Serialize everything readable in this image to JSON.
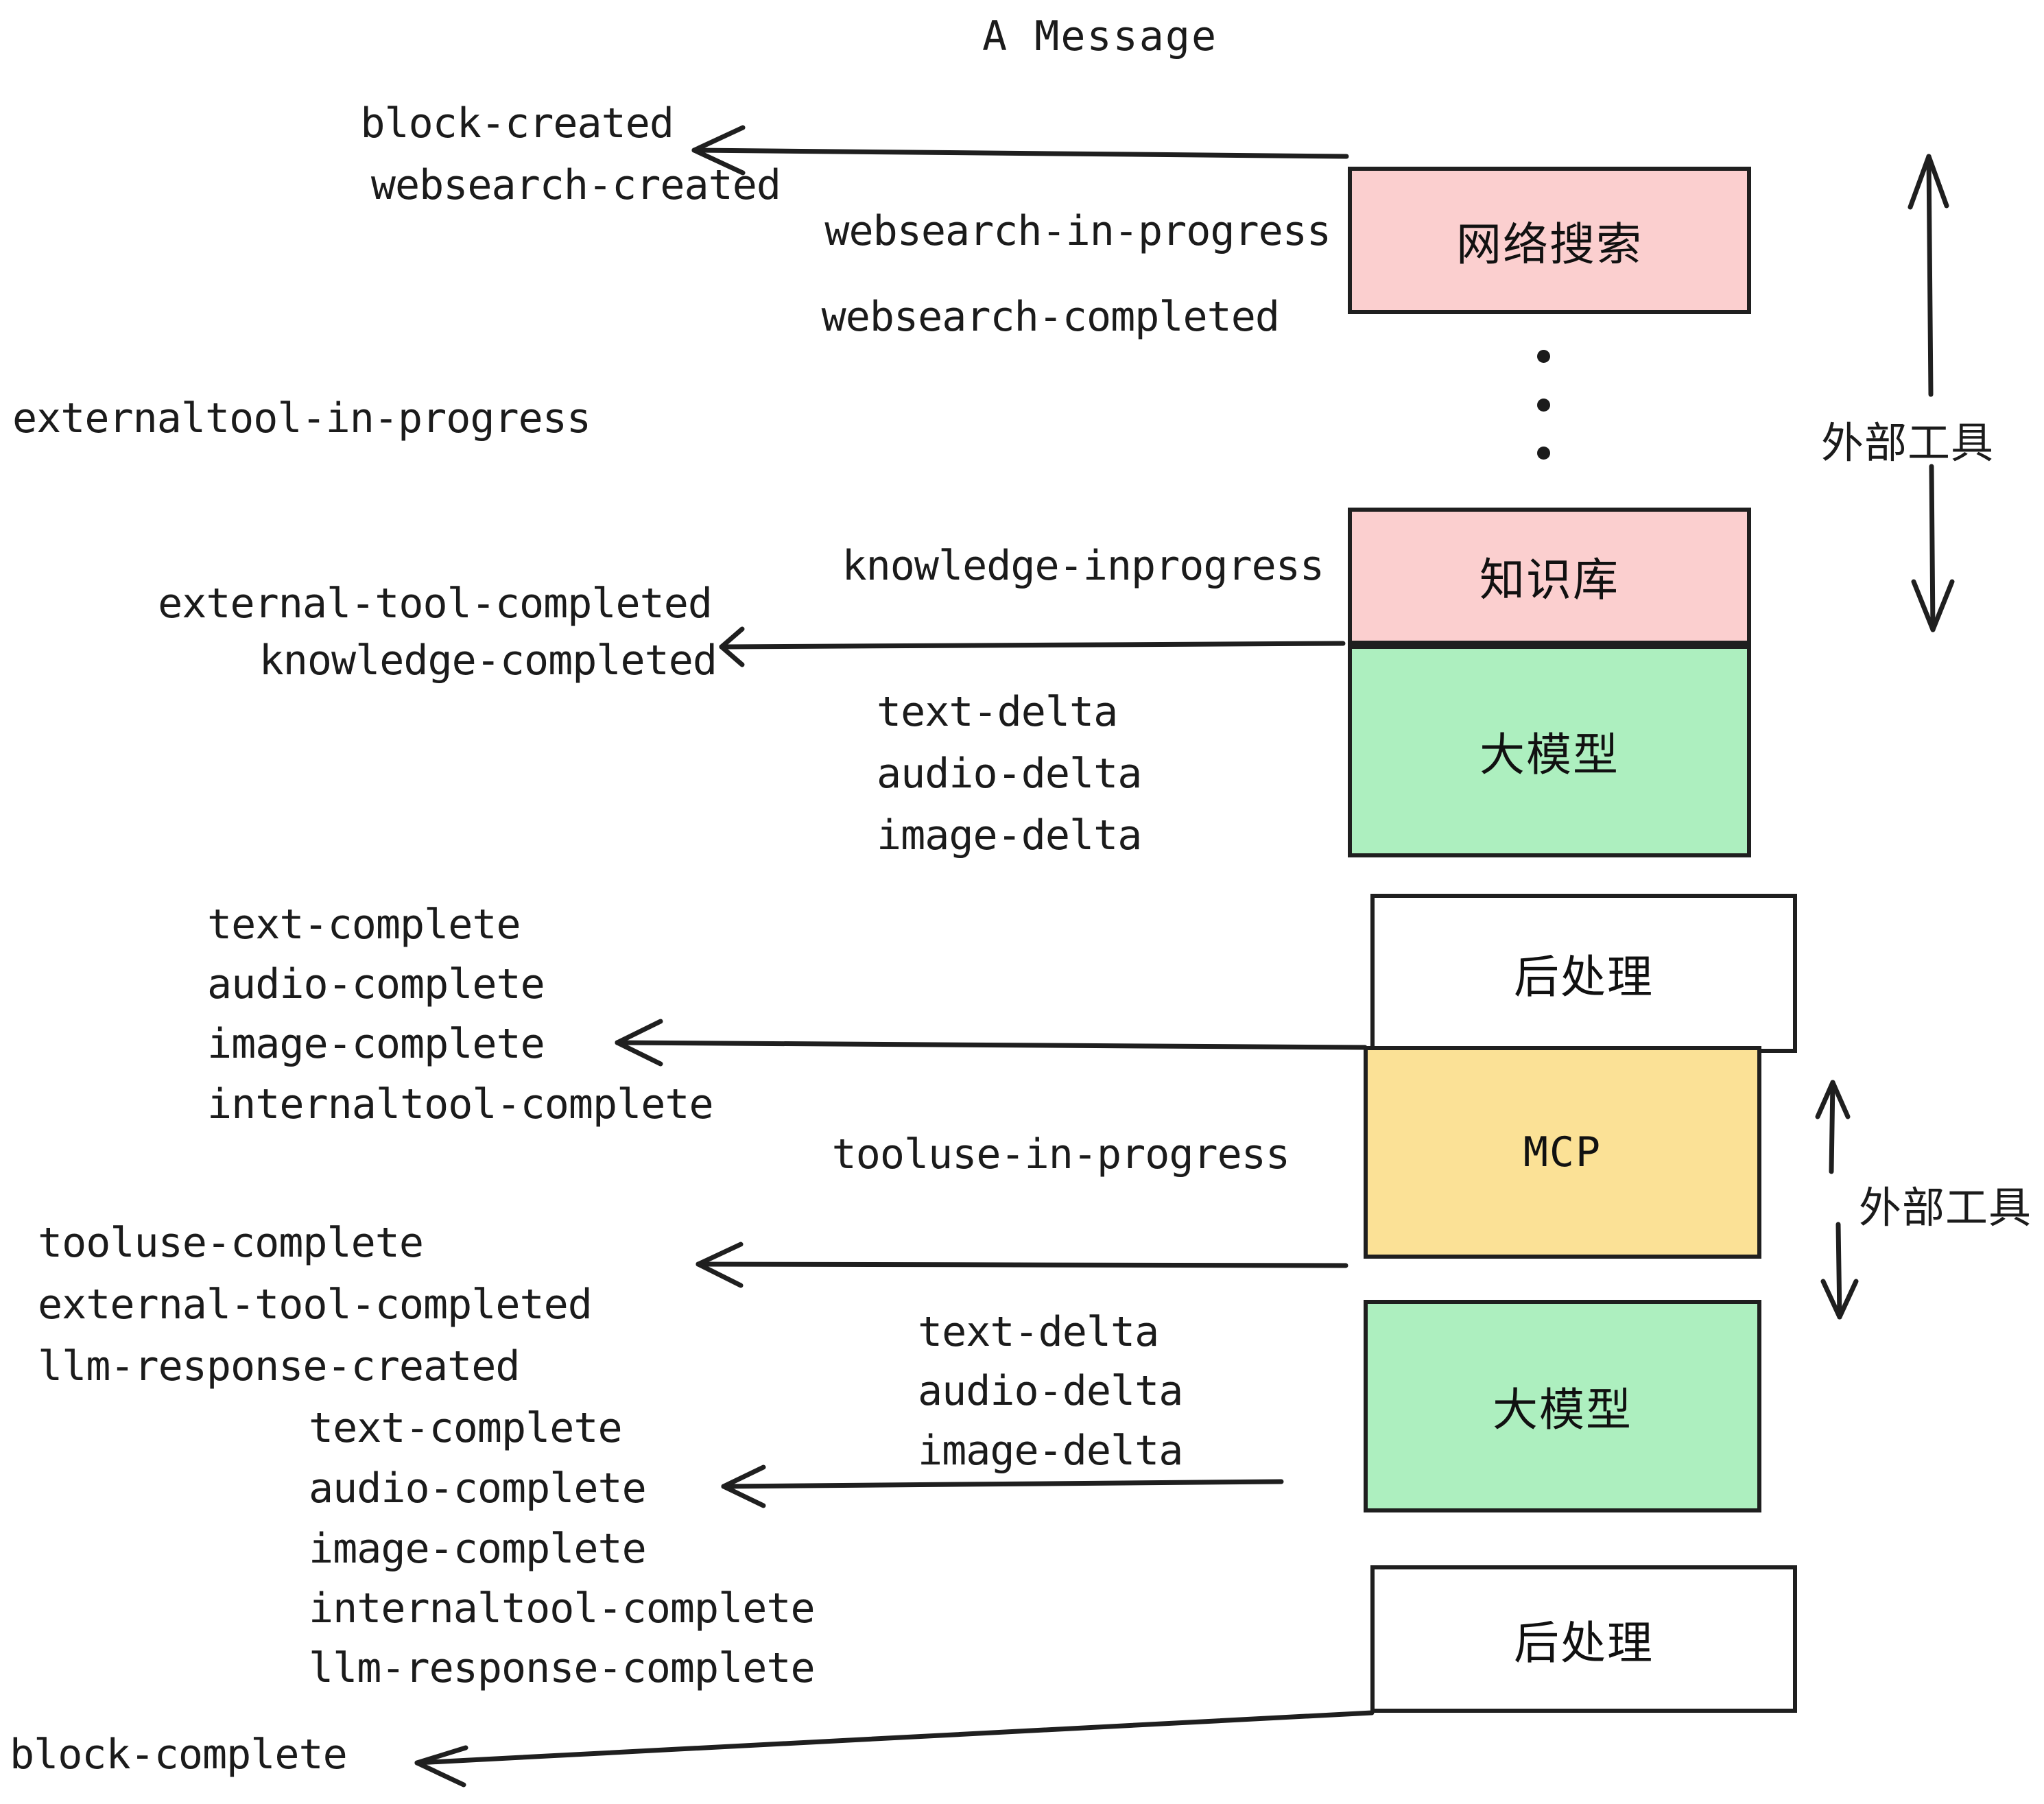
{
  "diagram": {
    "title": "A Message",
    "colors": {
      "tool_pink": "#FBCFCF",
      "llm_green": "#ADEFBF",
      "mcp_yellow": "#FBE196",
      "post_white": "#FFFFFF",
      "stroke": "#1F1F1F",
      "text": "#1B1B1B"
    },
    "nodes": [
      {
        "id": "websearch",
        "label": "网络搜索",
        "fill": "tool_pink"
      },
      {
        "id": "knowledge",
        "label": "知识库",
        "fill": "tool_pink"
      },
      {
        "id": "llm1",
        "label": "大模型",
        "fill": "llm_green"
      },
      {
        "id": "post1",
        "label": "后处理",
        "fill": "post_white"
      },
      {
        "id": "mcp",
        "label": "MCP",
        "fill": "mcp_yellow"
      },
      {
        "id": "llm2",
        "label": "大模型",
        "fill": "llm_green"
      },
      {
        "id": "post2",
        "label": "后处理",
        "fill": "post_white"
      }
    ],
    "side_labels": [
      {
        "id": "external-tool-top",
        "label": "外部工具"
      },
      {
        "id": "external-tool-bottom",
        "label": "外部工具"
      }
    ],
    "events": [
      {
        "id": "block-created",
        "label": "block-created"
      },
      {
        "id": "websearch-created",
        "label": "websearch-created"
      },
      {
        "id": "websearch-in-progress",
        "label": "websearch-in-progress"
      },
      {
        "id": "websearch-completed",
        "label": "websearch-completed"
      },
      {
        "id": "externaltool-in-progress",
        "label": "externaltool-in-progress"
      },
      {
        "id": "knowledge-inprogress",
        "label": "knowledge-inprogress"
      },
      {
        "id": "external-tool-completed-1",
        "label": "external-tool-completed"
      },
      {
        "id": "knowledge-completed",
        "label": "knowledge-completed"
      },
      {
        "id": "text-delta-1",
        "label": "text-delta"
      },
      {
        "id": "audio-delta-1",
        "label": "audio-delta"
      },
      {
        "id": "image-delta-1",
        "label": "image-delta"
      },
      {
        "id": "text-complete-1",
        "label": "text-complete"
      },
      {
        "id": "audio-complete-1",
        "label": "audio-complete"
      },
      {
        "id": "image-complete-1",
        "label": "image-complete"
      },
      {
        "id": "internaltool-complete-1",
        "label": "internaltool-complete"
      },
      {
        "id": "tooluse-in-progress",
        "label": "tooluse-in-progress"
      },
      {
        "id": "tooluse-complete",
        "label": "tooluse-complete"
      },
      {
        "id": "external-tool-completed-2",
        "label": "external-tool-completed"
      },
      {
        "id": "llm-response-created",
        "label": "llm-response-created"
      },
      {
        "id": "text-delta-2",
        "label": "text-delta"
      },
      {
        "id": "audio-delta-2",
        "label": "audio-delta"
      },
      {
        "id": "image-delta-2",
        "label": "image-delta"
      },
      {
        "id": "text-complete-2",
        "label": "text-complete"
      },
      {
        "id": "audio-complete-2",
        "label": "audio-complete"
      },
      {
        "id": "image-complete-2",
        "label": "image-complete"
      },
      {
        "id": "internaltool-complete-2",
        "label": "internaltool-complete"
      },
      {
        "id": "llm-response-complete",
        "label": "llm-response-complete"
      },
      {
        "id": "block-complete",
        "label": "block-complete"
      }
    ]
  }
}
